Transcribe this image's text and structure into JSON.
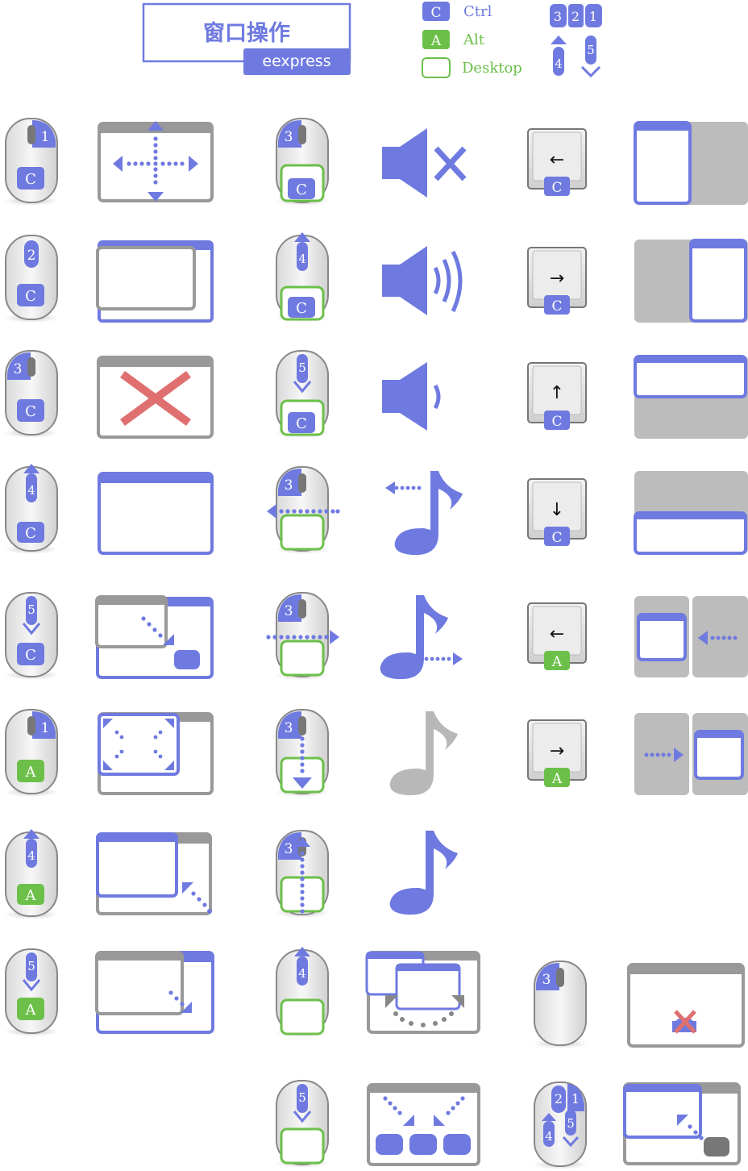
{
  "header": {
    "title": "窗口操作",
    "subtitle": "eexpress"
  },
  "legend": {
    "ctrl_key": "C",
    "ctrl_label": "Ctrl",
    "alt_key": "A",
    "alt_label": "Alt",
    "desktop_label": "Desktop",
    "button_map": [
      "3",
      "2",
      "1"
    ],
    "wheel_up": "4",
    "wheel_down": "5"
  },
  "keys": {
    "ctrl": "C",
    "alt": "A",
    "arrow_left": "←",
    "arrow_right": "→",
    "arrow_up": "↑",
    "arrow_down": "↓"
  },
  "buttons": {
    "b1": "1",
    "b2": "2",
    "b3": "3",
    "b4": "4",
    "b5": "5"
  },
  "colors": {
    "accent": "#6f7ae0",
    "alt_green": "#6cc04a",
    "desktop_green": "#6cc04a",
    "window_gray": "#9a9a9a",
    "close_red": "#e07070",
    "muted_note": "#b8b8b8"
  }
}
